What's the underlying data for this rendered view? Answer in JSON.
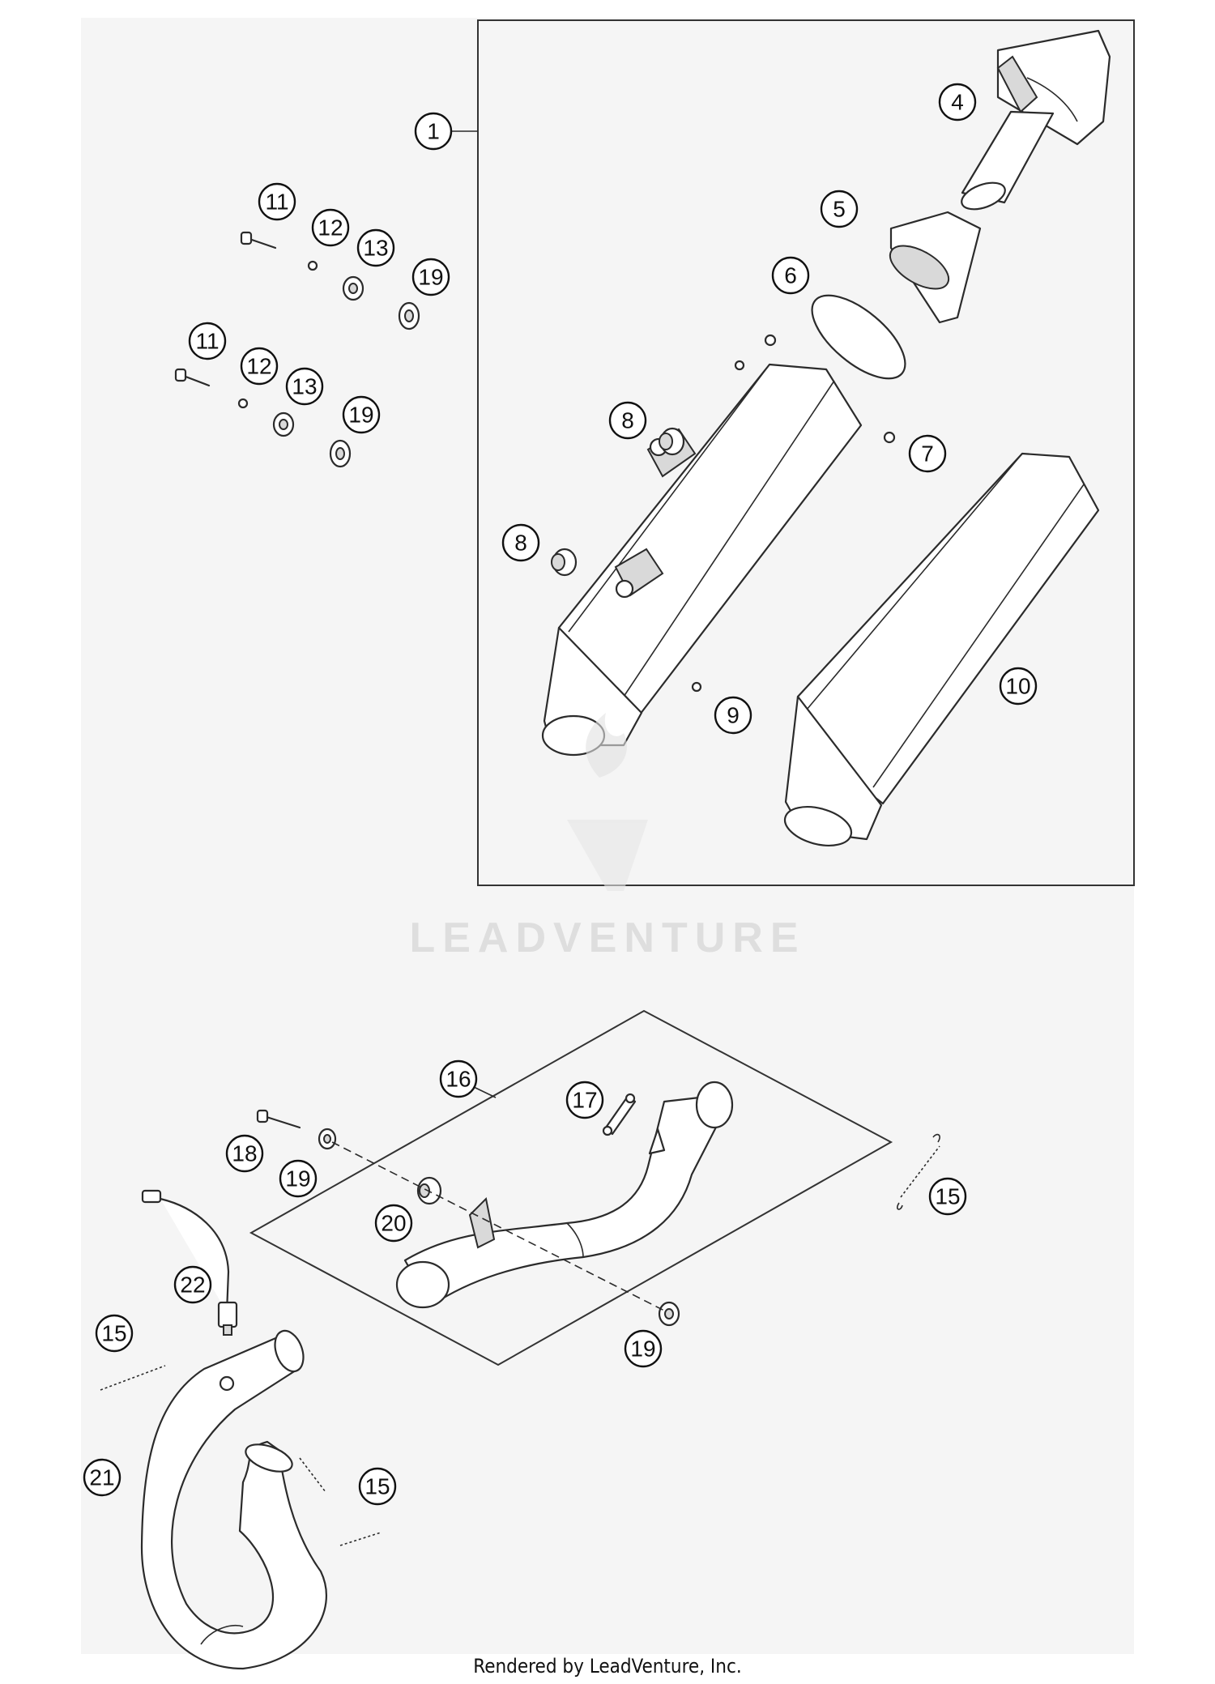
{
  "watermark": {
    "text": "LEADVENTURE"
  },
  "footer": {
    "text": "Rendered by LeadVenture, Inc."
  },
  "callouts": {
    "c1": "1",
    "c4": "4",
    "c5": "5",
    "c6": "6",
    "c7": "7",
    "c8a": "8",
    "c8b": "8",
    "c9": "9",
    "c10": "10",
    "c11a": "11",
    "c12a": "12",
    "c13a": "13",
    "c19a": "19",
    "c11b": "11",
    "c12b": "12",
    "c13b": "13",
    "c19b": "19",
    "c16": "16",
    "c17": "17",
    "c18": "18",
    "c19c": "19",
    "c20": "20",
    "c15a": "15",
    "c19d": "19",
    "c22": "22",
    "c15b": "15",
    "c21": "21",
    "c15c": "15"
  },
  "colors": {
    "line": "#2b2b2b",
    "background": "#ffffff",
    "panel": "#f4f4f4"
  }
}
